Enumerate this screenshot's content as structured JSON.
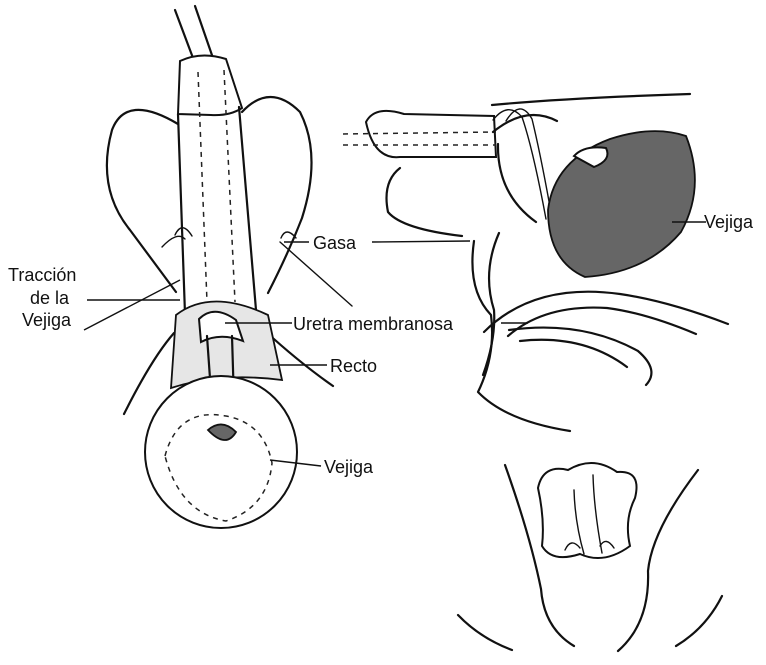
{
  "labels": {
    "traccion": "Tracción",
    "de_la": "de la",
    "vejiga_left": "Vejiga",
    "gasa": "Gasa",
    "uretra": "Uretra membranosa",
    "recto": "Recto",
    "vejiga_bottom": "Vejiga",
    "vejiga_right": "Vejiga"
  },
  "colors": {
    "ink": "#111111",
    "background": "#ffffff",
    "bladder_shade": "#666666"
  }
}
